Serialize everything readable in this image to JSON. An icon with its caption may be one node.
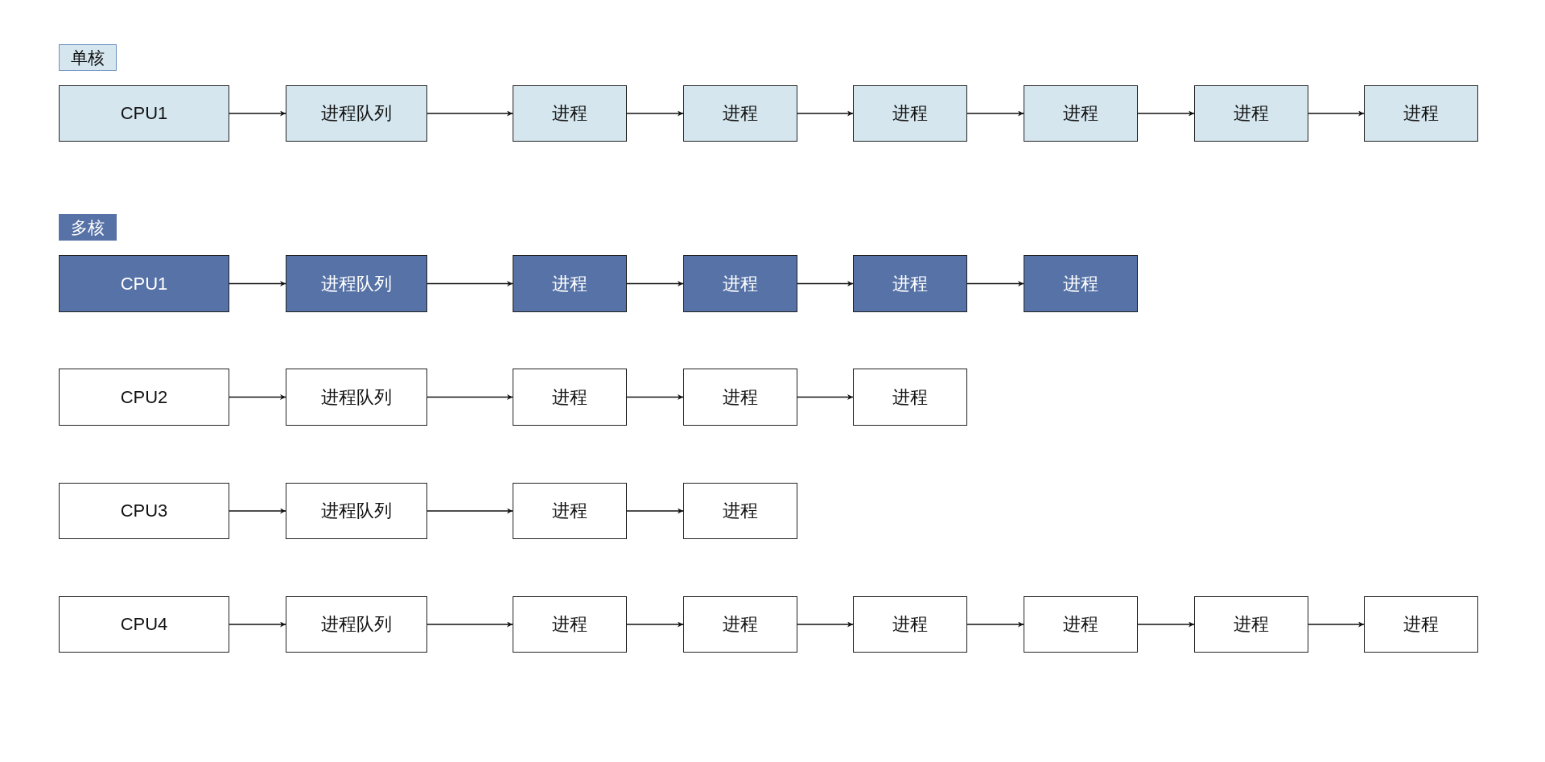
{
  "diagram": {
    "nodes": [
      {
        "text": [
          "单核"
        ]
      },
      {
        "text": [
          "CPU1"
        ]
      },
      {
        "text": [
          "进程队列"
        ]
      },
      {
        "text": [
          "进程"
        ]
      },
      {
        "text": [
          "进程"
        ]
      },
      {
        "text": [
          "进程"
        ]
      },
      {
        "text": [
          "进程"
        ]
      },
      {
        "text": [
          "进程"
        ]
      },
      {
        "text": [
          "进程"
        ]
      },
      {
        "text": [
          "多核"
        ]
      },
      {
        "text": [
          "CPU1"
        ]
      },
      {
        "text": [
          "进程队列"
        ]
      },
      {
        "text": [
          "进程"
        ]
      },
      {
        "text": [
          "进程"
        ]
      },
      {
        "text": [
          "进程"
        ]
      },
      {
        "text": [
          "进程"
        ]
      },
      {
        "text": [
          "CPU2"
        ]
      },
      {
        "text": [
          "进程队列"
        ]
      },
      {
        "text": [
          "进程"
        ]
      },
      {
        "text": [
          "进程"
        ]
      },
      {
        "text": [
          "进程"
        ]
      },
      {
        "text": [
          "CPU3"
        ]
      },
      {
        "text": [
          "进程队列"
        ]
      },
      {
        "text": [
          "进程"
        ]
      },
      {
        "text": [
          "进程"
        ]
      },
      {
        "text": [
          "CPU4"
        ]
      },
      {
        "text": [
          "进程队列"
        ]
      },
      {
        "text": [
          "进程"
        ]
      },
      {
        "text": [
          "进程"
        ]
      },
      {
        "text": [
          "进程"
        ]
      },
      {
        "text": [
          "进程"
        ]
      },
      {
        "text": [
          "进程"
        ]
      },
      {
        "text": [
          "进程"
        ]
      }
    ],
    "edges": [
      {
        "from": 1,
        "to": 2,
        "arrow": "to"
      },
      {
        "from": 2,
        "to": 3,
        "arrow": "to"
      },
      {
        "from": 3,
        "to": 4,
        "arrow": "to"
      },
      {
        "from": 4,
        "to": 5,
        "arrow": "to"
      },
      {
        "from": 5,
        "to": 6,
        "arrow": "to"
      },
      {
        "from": 6,
        "to": 7,
        "arrow": "to"
      },
      {
        "from": 7,
        "to": 8,
        "arrow": "to"
      },
      {
        "from": 10,
        "to": 11,
        "arrow": "to"
      },
      {
        "from": 11,
        "to": 12,
        "arrow": "to"
      },
      {
        "from": 12,
        "to": 13,
        "arrow": "to"
      },
      {
        "from": 13,
        "to": 14,
        "arrow": "to"
      },
      {
        "from": 14,
        "to": 15,
        "arrow": "to"
      },
      {
        "from": 16,
        "to": 17,
        "arrow": "to"
      },
      {
        "from": 17,
        "to": 18,
        "arrow": "to"
      },
      {
        "from": 18,
        "to": 19,
        "arrow": "to"
      },
      {
        "from": 19,
        "to": 20,
        "arrow": "to"
      },
      {
        "from": 21,
        "to": 22,
        "arrow": "to"
      },
      {
        "from": 22,
        "to": 23,
        "arrow": "to"
      },
      {
        "from": 23,
        "to": 24,
        "arrow": "to"
      },
      {
        "from": 25,
        "to": 26,
        "arrow": "to"
      },
      {
        "from": 26,
        "to": 27,
        "arrow": "to"
      },
      {
        "from": 27,
        "to": 28,
        "arrow": "to"
      },
      {
        "from": 28,
        "to": 29,
        "arrow": "to"
      },
      {
        "from": 29,
        "to": 30,
        "arrow": "to"
      },
      {
        "from": 30,
        "to": 31,
        "arrow": "to"
      },
      {
        "from": 31,
        "to": 32,
        "arrow": "to"
      }
    ]
  }
}
